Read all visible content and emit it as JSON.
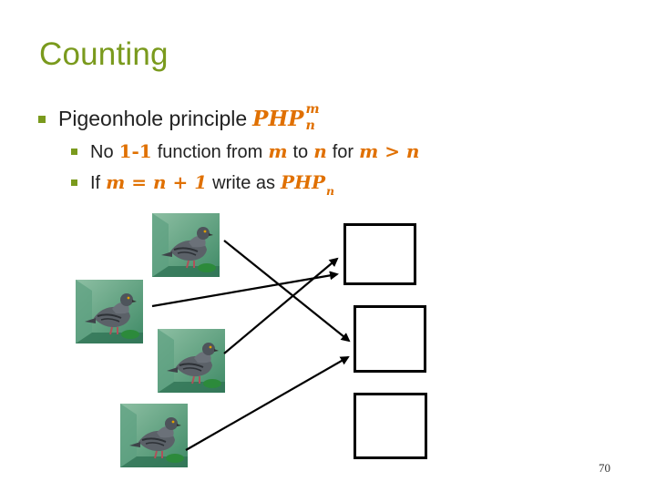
{
  "slide": {
    "title": "Counting",
    "page_number": "70",
    "bullets": {
      "main_text": "Pigeonhole principle",
      "php_base": "PHP",
      "php_sup": "m",
      "php_sub": "n",
      "line1": {
        "t1": "No",
        "m1": "1-1",
        "t2": "function from",
        "m2": "m",
        "t3": "to",
        "m3": "n",
        "t4": "for",
        "m4": "m > n"
      },
      "line2": {
        "t1": "If",
        "m1": "m = n + 1",
        "t2": "write as",
        "php_base": "PHP",
        "php_sub": "n"
      }
    },
    "accent_color": "#7a9a1d",
    "math_color": "#e07000",
    "pigeon_icon": "pigeon-image",
    "hole_icon": "square-box"
  }
}
